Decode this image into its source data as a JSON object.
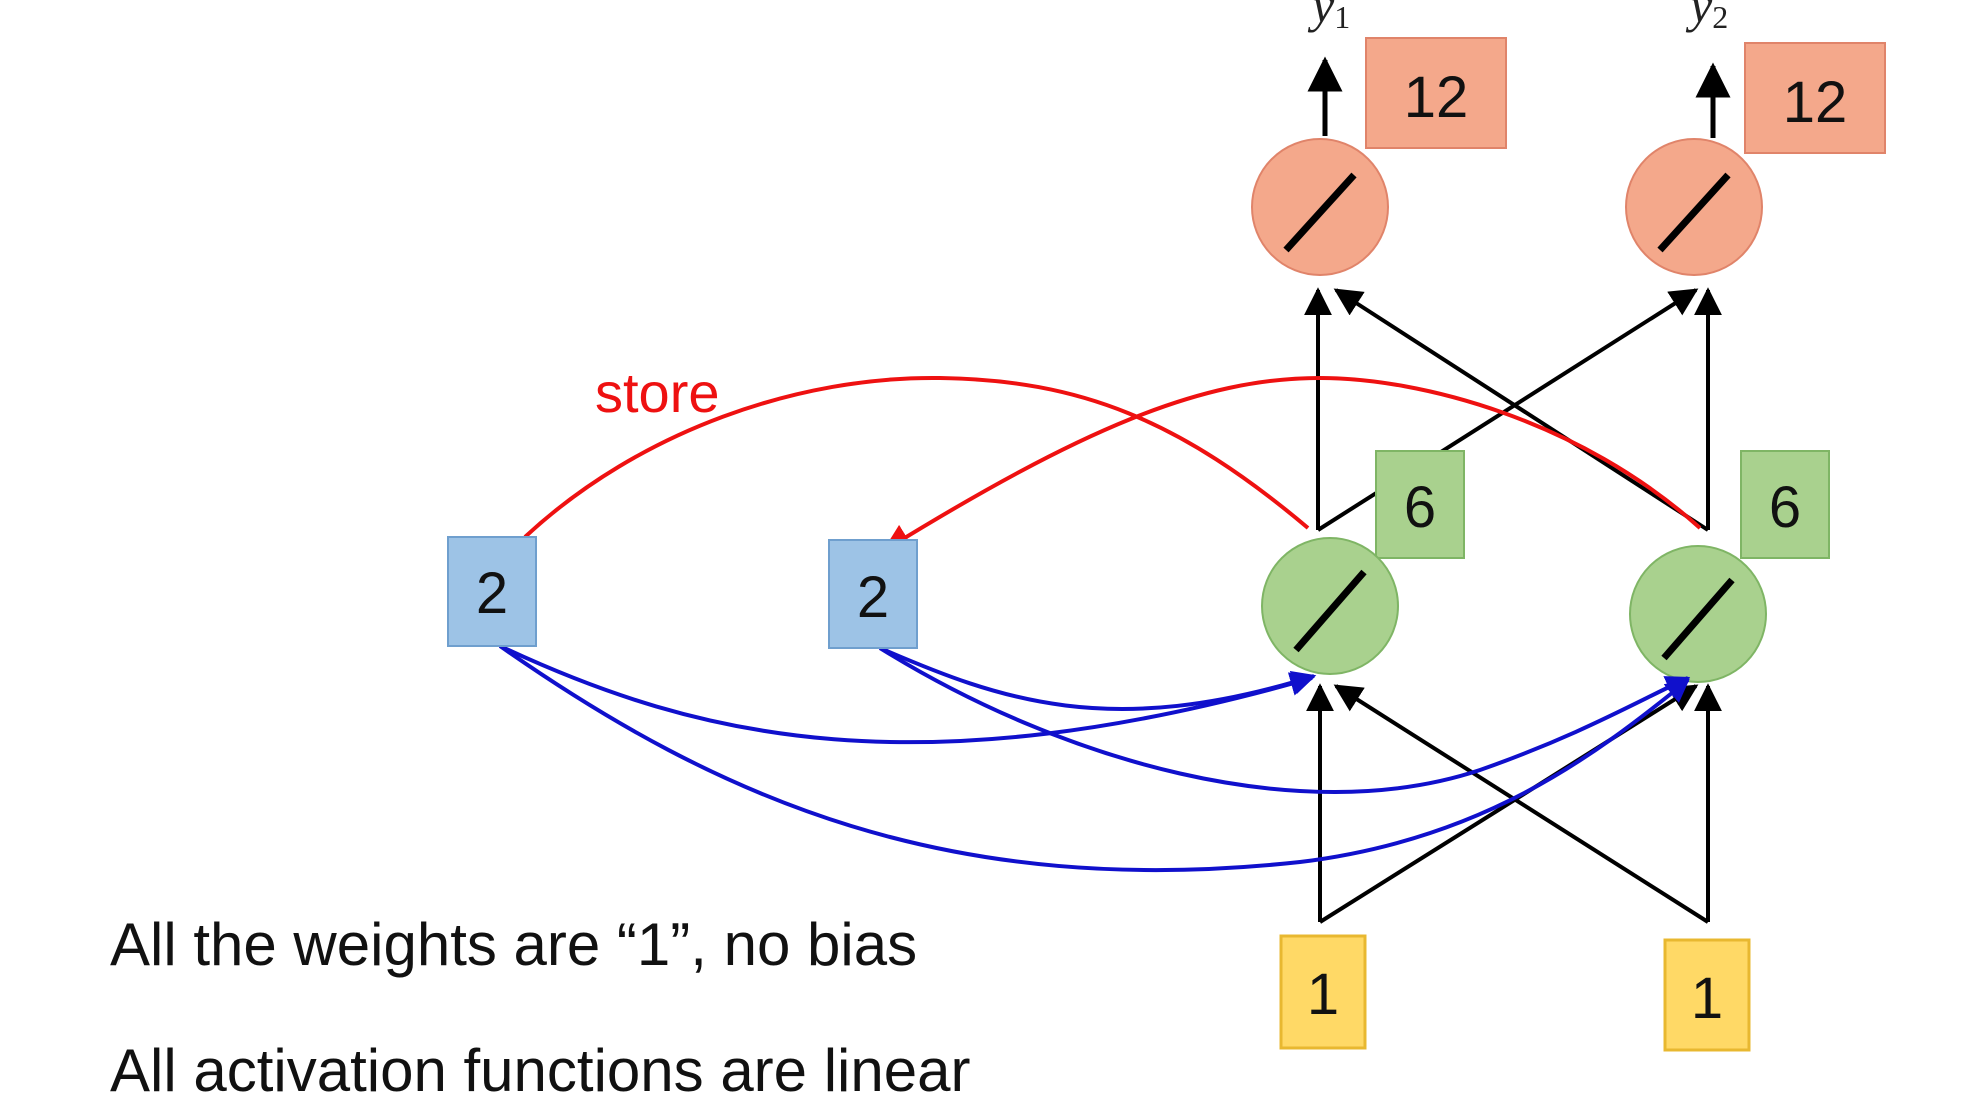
{
  "outputs": {
    "y1": {
      "name": "y",
      "sub": "1",
      "value": "12"
    },
    "y2": {
      "name": "y",
      "sub": "2",
      "value": "12"
    }
  },
  "hidden": {
    "h1_value": "6",
    "h2_value": "6"
  },
  "memory": {
    "m1_value": "2",
    "m2_value": "2"
  },
  "inputs": {
    "x1_value": "1",
    "x2_value": "1"
  },
  "store_label": "store",
  "captions": {
    "weights": "All the weights are “1”, no bias",
    "activation": "All activation functions are linear"
  },
  "colors": {
    "output_node": "#f4a88b",
    "output_box": "#f4a88b",
    "hidden_node": "#a9d18e",
    "hidden_box": "#a9d18e",
    "memory_box": "#9dc3e6",
    "input_box": "#ffd966",
    "store_arrow": "#ee1111",
    "memory_arrow": "#1010cc",
    "arrow": "#000000"
  },
  "icons": {
    "activation": "linear-activation-icon"
  }
}
